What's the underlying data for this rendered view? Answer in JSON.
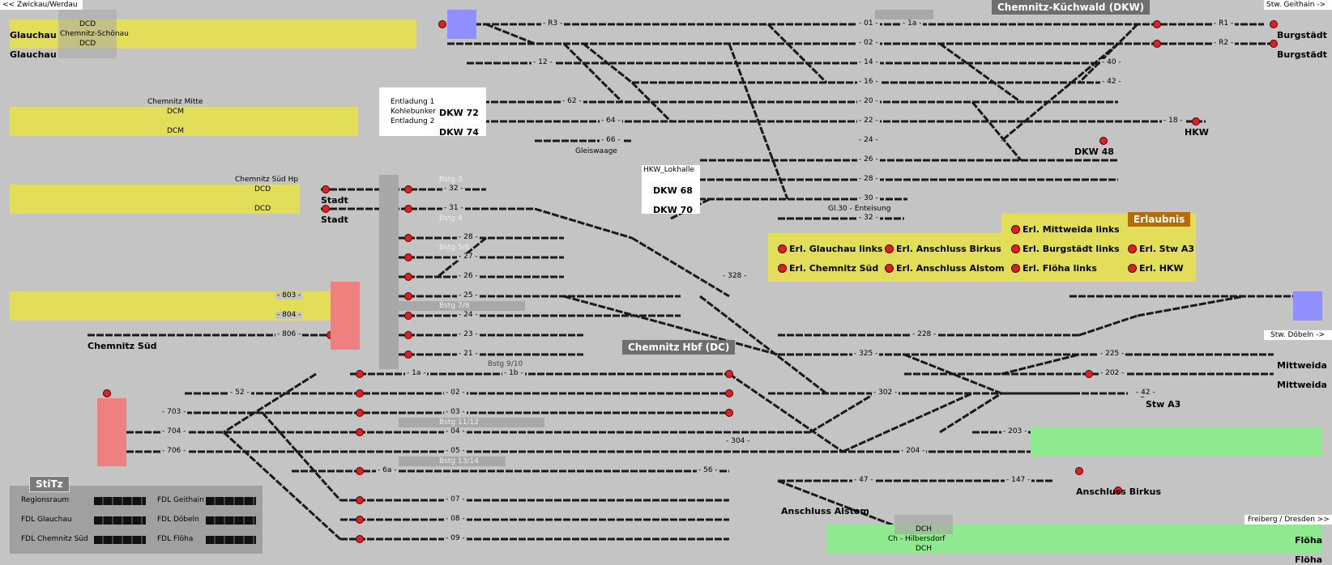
{
  "signals": {
    "top_left": "<< Zwickau/Werdau",
    "top_right": "Stw. Geithain ->",
    "mid_right": "Stw. Döbeln ->",
    "bottom_right": "Freiberg / Dresden >>"
  },
  "stations": {
    "glauchau": "Glauchau",
    "chemnitz_schoenau": "Chemnitz-Schönau",
    "chemnitz_mitte": "Chemnitz Mitte",
    "chemnitz_sued_hp": "Chemnitz Süd Hp",
    "chemnitz_sued": "Chemnitz Süd",
    "stadt": "Stadt",
    "kuechwald": "Chemnitz-Küchwald (DKW)",
    "burgstaedt": "Burgstädt",
    "hkw": "HKW",
    "dkw48": "DKW 48",
    "hbf": "Chemnitz Hbf (DC)",
    "mittweida": "Mittweida",
    "stw_a3": "Stw A3",
    "anschluss_birkus": "Anschluss Birkus",
    "anschluss_alstom": "Anschluss Alstom",
    "hilbersdorf": "Ch - Hilbersdorf",
    "floeha": "Flöha"
  },
  "loading": {
    "entladung1": "Entladung 1",
    "kohlebunker": "Kohlebunker",
    "entladung2": "Entladung 2",
    "dkw72": "DKW 72",
    "dkw74": "DKW 74",
    "gleiswaage": "Gleiswaage",
    "hkw_lokhalle": "HKW_Lokhalle",
    "dkw68": "DKW 68",
    "dkw70": "DKW 70",
    "gl30": "Gl.30 - Enteisung"
  },
  "codes": {
    "dcd": "DCD",
    "dcm": "DCM",
    "dch": "DCH"
  },
  "bstg": {
    "b3": "Bstg 3",
    "b4": "Bstg 4",
    "b56": "Bstg 5/6",
    "b78": "Bstg 7/8",
    "b910": "Bstg 9/10",
    "b1112": "Bstg 11/12",
    "b1314": "Bstg 13/14"
  },
  "tracks": {
    "t01": "01",
    "t02": "02",
    "t1a": "1a",
    "t14": "14",
    "t16": "16",
    "t12": "12",
    "t20": "20",
    "t22": "22",
    "t24": "24",
    "t26": "26",
    "t28": "28",
    "t30": "30",
    "t32": "32",
    "tr3": "R3",
    "tr1": "R1",
    "tr2": "R2",
    "t40": "40",
    "t42": "42",
    "t62": "62",
    "t64": "64",
    "t66": "66",
    "t18": "18",
    "h32": "32",
    "h31": "31",
    "h28": "28",
    "h27": "27",
    "h26": "26",
    "h25": "25",
    "h24": "24",
    "h23": "23",
    "h21": "21",
    "h803": "803",
    "h804": "804",
    "h806": "806",
    "h328": "328",
    "h228": "228",
    "h325": "325",
    "h225": "225",
    "h202": "202",
    "h302": "302",
    "h42b": "42",
    "m1a": "1a",
    "m1b": "1b",
    "m52": "52",
    "m02": "02",
    "m03": "03",
    "m703": "703",
    "m04": "04",
    "m704": "704",
    "m706": "706",
    "m05": "05",
    "m6a": "6a",
    "m56": "56",
    "m07": "07",
    "m08": "08",
    "m09": "09",
    "m304": "304",
    "m204": "204",
    "m203": "203",
    "m47": "47",
    "m147": "147"
  },
  "erlaubnis": {
    "title": "Erlaubnis",
    "items": [
      "Erl. Glauchau links",
      "Erl. Anschluss Birkus",
      "Erl. Mittweida links",
      "Erl. Chemnitz Süd",
      "Erl. Anschluss Alstom",
      "Erl. Burgstädt  links",
      "Erl. Flöha links",
      "Erl. Stw A3",
      "Erl. HKW"
    ]
  },
  "stitz": {
    "title": "StiTz",
    "rows": [
      "Regionsraum",
      "FDL Glauchau",
      "FDL Chemnitz Süd",
      "FDL Geithain",
      "FDL Döbeln",
      "FDL Flöha"
    ]
  },
  "colors": {
    "yellow": "#e2de5a",
    "green": "#8fea8f",
    "red": "#ef8080",
    "background": "#c4c4c4",
    "signal": "#e02020"
  }
}
